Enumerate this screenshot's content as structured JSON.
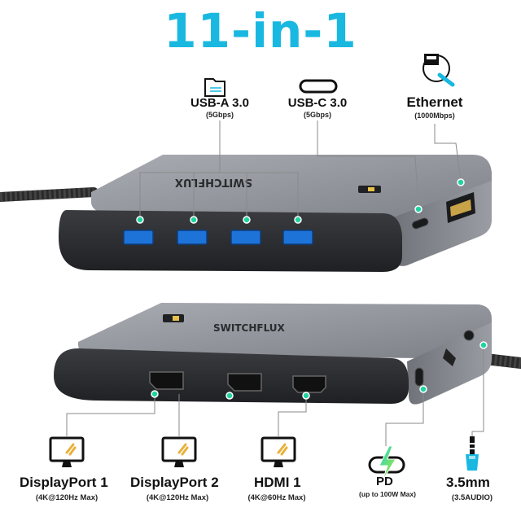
{
  "title": "11-in-1",
  "brand": "SWITCHFLUX",
  "top_ports": [
    {
      "label": "USB-A 3.0",
      "spec": "(5Gbps)",
      "icon": "usb-folder-icon"
    },
    {
      "label": "USB-C 3.0",
      "spec": "(5Gbps)",
      "icon": "usb-c-icon"
    },
    {
      "label": "Ethernet",
      "spec": "(1000Mbps)",
      "icon": "ethernet-cable-icon"
    }
  ],
  "bottom_ports": [
    {
      "label": "DisplayPort 1",
      "spec": "(4K@120Hz Max)",
      "icon": "monitor-icon"
    },
    {
      "label": "DisplayPort 2",
      "spec": "(4K@120Hz Max)",
      "icon": "monitor-icon"
    },
    {
      "label": "HDMI 1",
      "spec": "(4K@60Hz Max)",
      "icon": "monitor-icon"
    },
    {
      "label": "PD",
      "spec": "(up to 100W Max)",
      "icon": "power-delivery-icon"
    },
    {
      "label": "3.5mm",
      "spec": "(3.5AUDIO)",
      "icon": "audio-jack-icon"
    }
  ],
  "colors": {
    "accent": "#19b8e0",
    "port_green": "#1fd4a0",
    "usb_blue": "#1e73d8",
    "hub_gray": "#8a8d93"
  }
}
